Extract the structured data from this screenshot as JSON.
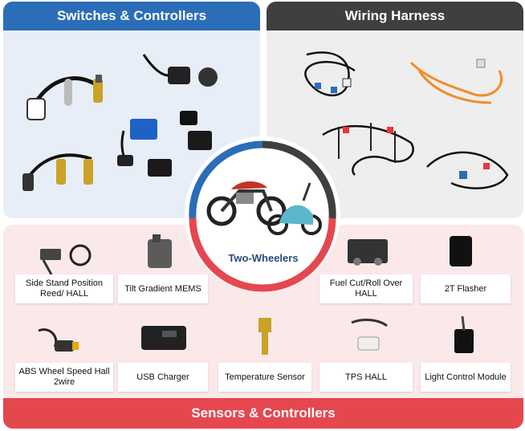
{
  "sections": {
    "switches": {
      "title": "Switches & Controllers"
    },
    "wiring": {
      "title": "Wiring Harness"
    },
    "sensors": {
      "title": "Sensors & Controllers"
    }
  },
  "center": {
    "label": "Two-Wheelers"
  },
  "sensors_items": [
    {
      "label": "Side Stand Position Reed/ HALL"
    },
    {
      "label": "Tilt Gradient MEMS"
    },
    {
      "label": "Fuel Cut/Roll Over HALL"
    },
    {
      "label": "2T Flasher"
    },
    {
      "label": "ABS Wheel Speed Hall 2wire"
    },
    {
      "label": "USB Charger"
    },
    {
      "label": "Temperature Sensor"
    },
    {
      "label": "TPS HALL"
    },
    {
      "label": "Light Control Module"
    }
  ],
  "colors": {
    "blue": "#2b6db7",
    "dark": "#3f3f3f",
    "red": "#e5474f"
  }
}
